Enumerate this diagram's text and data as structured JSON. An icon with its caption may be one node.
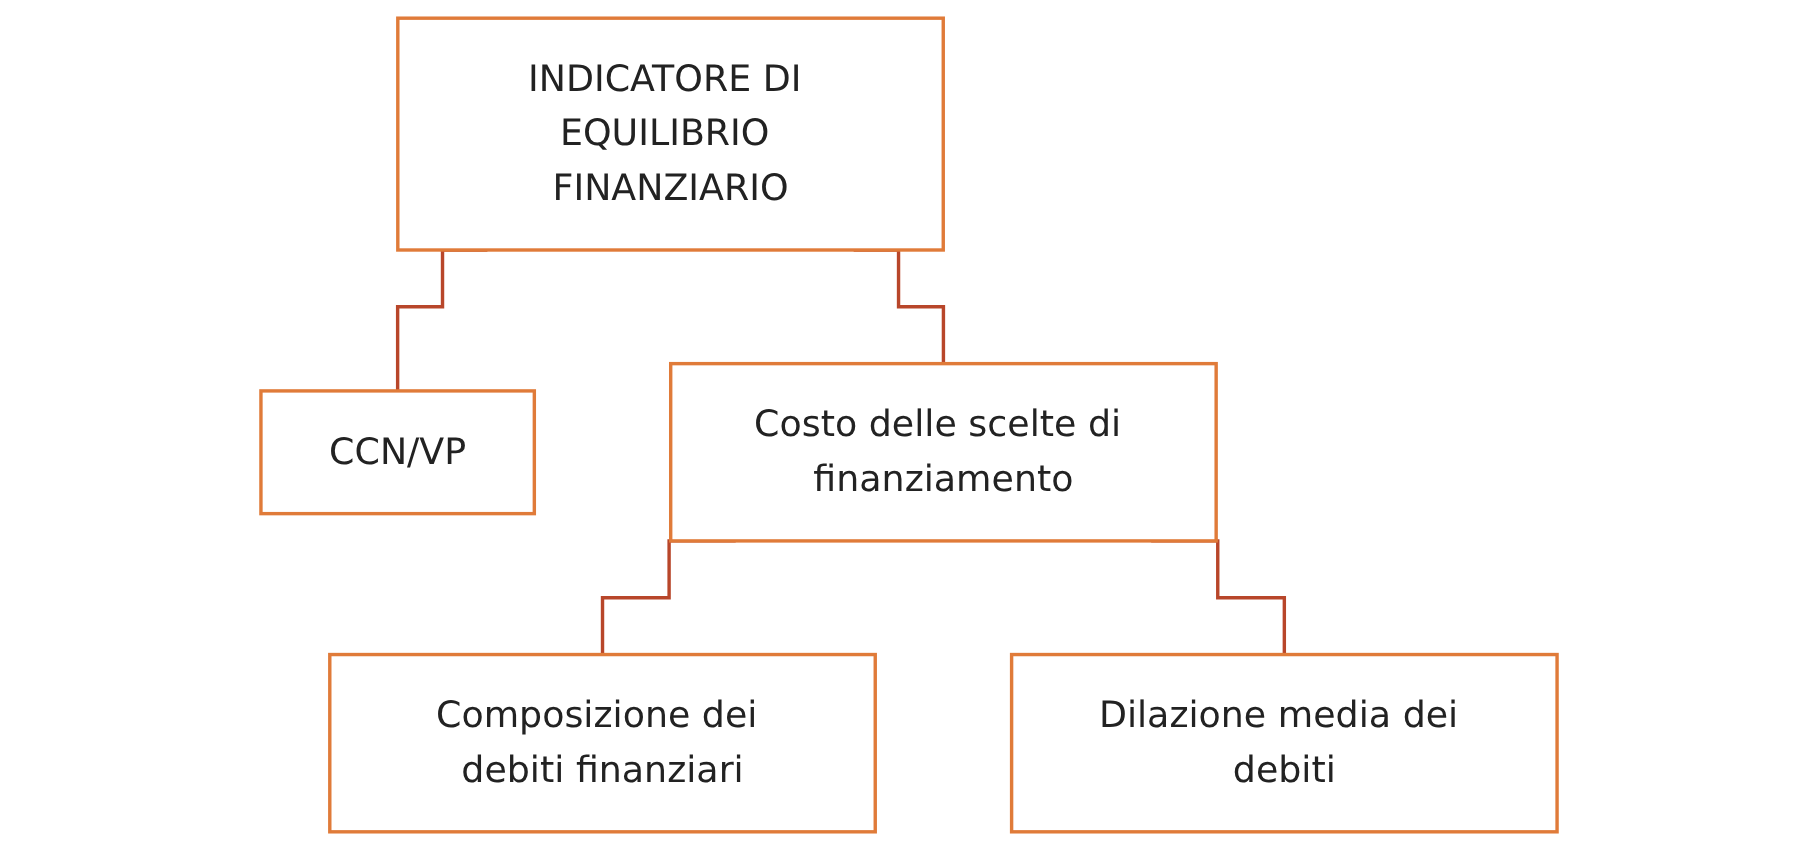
{
  "diagram": {
    "nodes": [
      {
        "text": [
          "INDICATORE DI EQUILIBRIO FINANZIARIO"
        ]
      },
      {
        "text": [
          "CCN/VP"
        ]
      },
      {
        "text": [
          "Costo delle scelte di finanziamento"
        ]
      },
      {
        "text": [
          "Composizione dei debiti finanziari"
        ]
      },
      {
        "text": [
          "Dilazione media dei debiti"
        ]
      }
    ],
    "edges": [
      {
        "from": 0,
        "to": 1,
        "arrow": "none"
      },
      {
        "from": 0,
        "to": 2,
        "arrow": "none"
      },
      {
        "from": 2,
        "to": 3,
        "arrow": "none"
      },
      {
        "from": 2,
        "to": 4,
        "arrow": "none"
      }
    ]
  }
}
